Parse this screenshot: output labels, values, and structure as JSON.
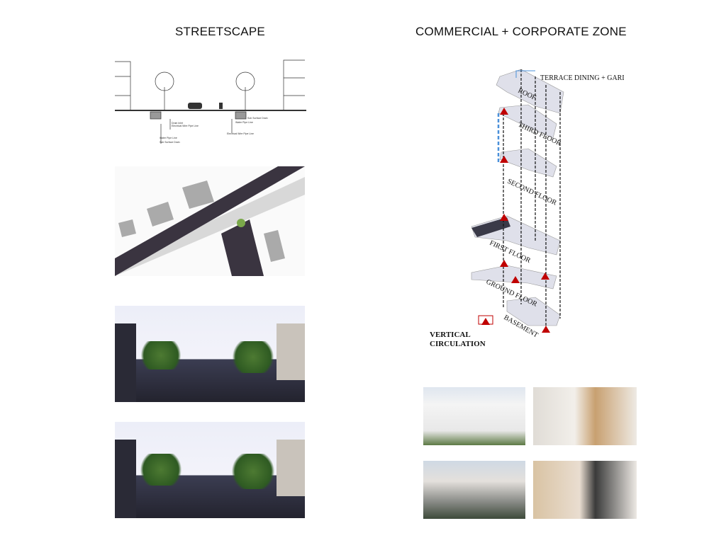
{
  "streetscape": {
    "title": "STREETSCAPE",
    "section_labels": [
      "Drain Inlet",
      "Electrical Wire Pipe Line",
      "Water Pipe Line",
      "Sub Surface Drain",
      "Sub Surface Drain",
      "Water Pipe Line",
      "Electrical Wire Pipe Line"
    ]
  },
  "commercial": {
    "title": "COMMERCIAL + CORPORATE ZONE",
    "floors": [
      "ROOF",
      "THIRD FLOOR",
      "SECOND FLOOR",
      "FIRST FLOOR",
      "GROUND FLOOR",
      "BASEMENT"
    ],
    "terrace_label": "TERRACE DINING + GARDEN",
    "legend_label": "VERTICAL CIRCULATION",
    "accent_color": "#c00000"
  }
}
